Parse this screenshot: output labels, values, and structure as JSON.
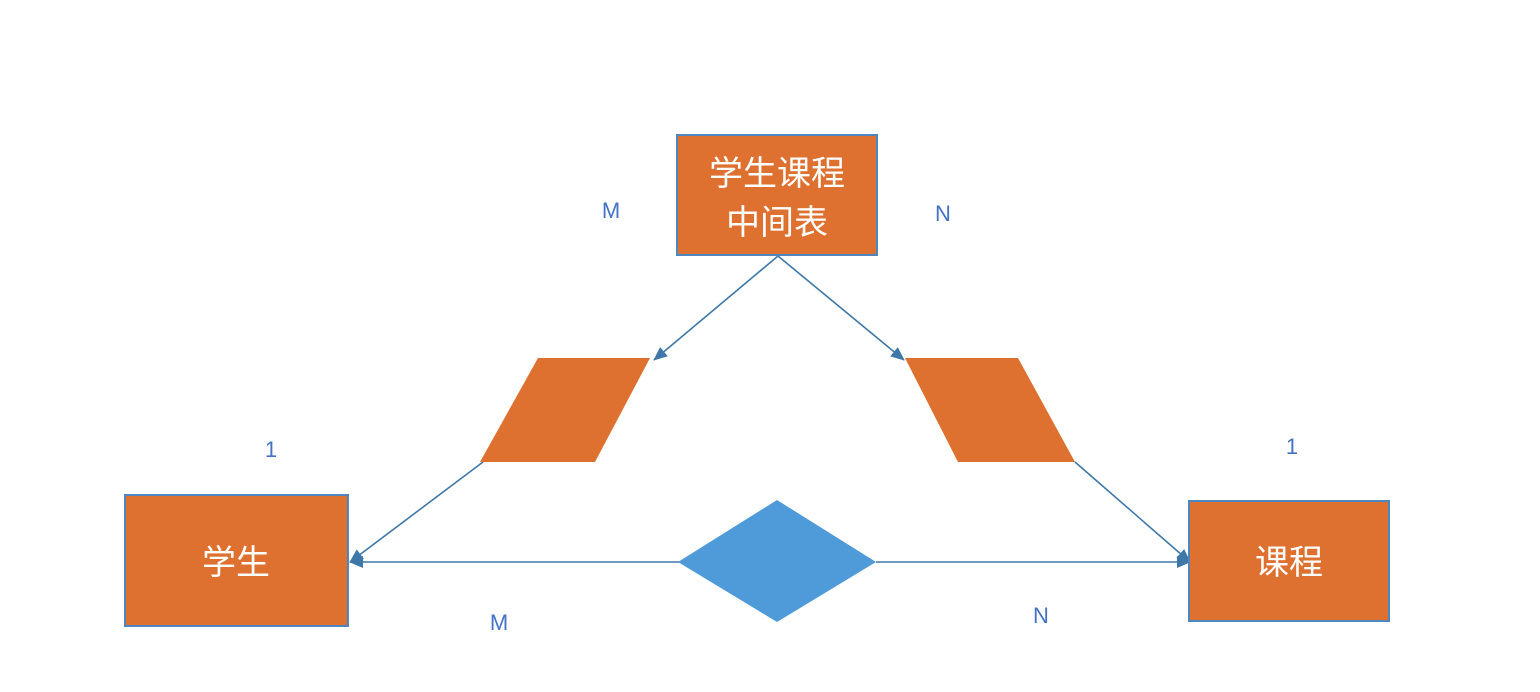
{
  "entities": {
    "junction": {
      "line1": "学生课程",
      "line2": "中间表"
    },
    "student": {
      "label": "学生"
    },
    "course": {
      "label": "课程"
    }
  },
  "cardinalities": {
    "top_left": "M",
    "top_right": "N",
    "student_side": "1",
    "course_side": "1",
    "bottom_left": "M",
    "bottom_right": "N"
  },
  "colors": {
    "entity_fill": "#de7030",
    "entity_border": "#4f86c0",
    "relationship_fill": "#4f9ad8",
    "connector": "#3f78a8",
    "cardinality_text": "#4472c4"
  }
}
